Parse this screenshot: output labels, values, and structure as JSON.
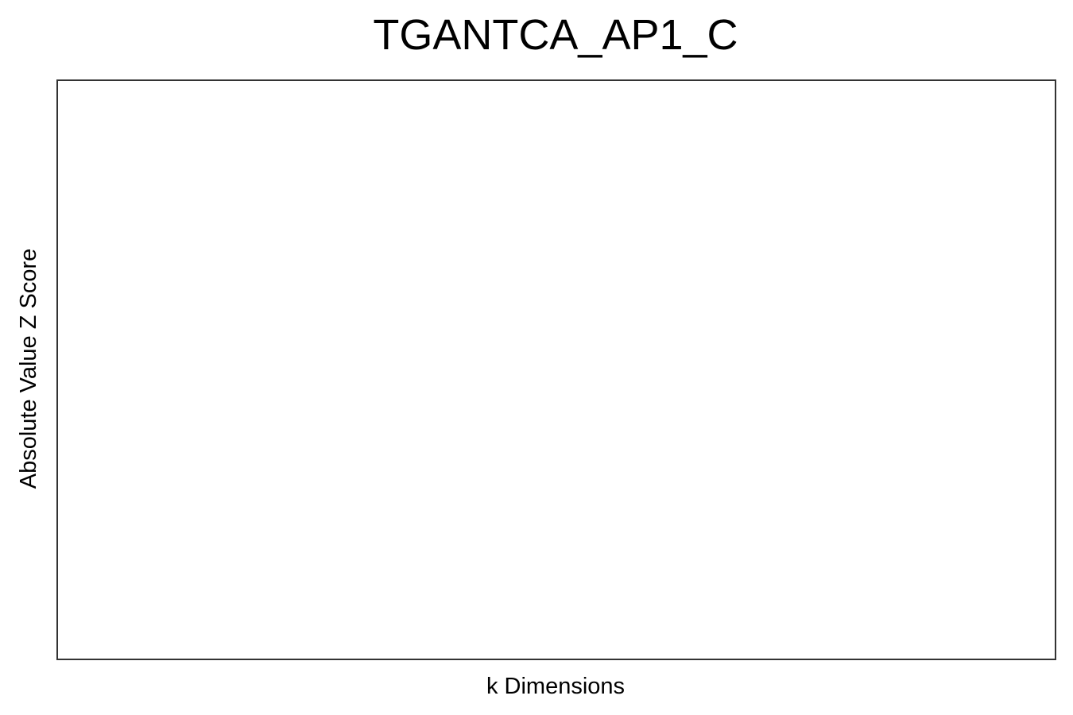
{
  "chart_data": {
    "type": "scatter",
    "title": "TGANTCA_AP1_C",
    "xlabel": "k Dimensions",
    "ylabel": "Absolute Value Z Score",
    "series": [],
    "grid": false,
    "legend": "none"
  }
}
